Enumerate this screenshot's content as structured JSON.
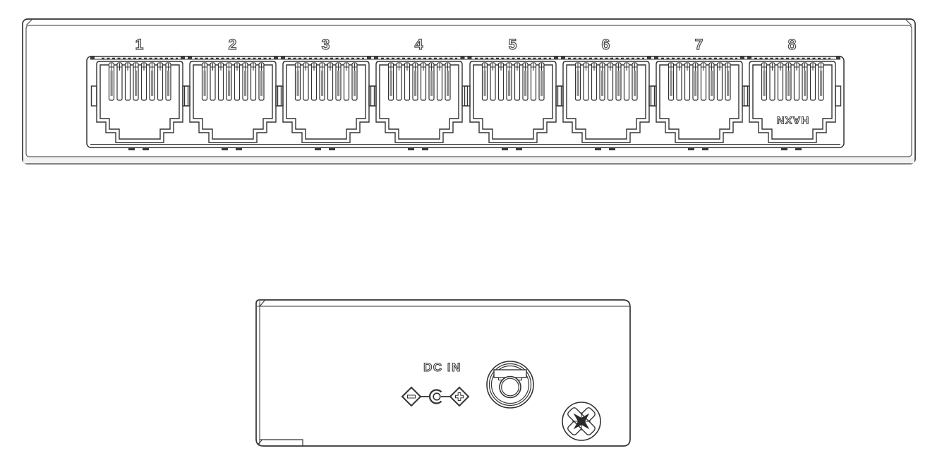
{
  "front_panel": {
    "ports": [
      {
        "label": "1"
      },
      {
        "label": "2"
      },
      {
        "label": "3"
      },
      {
        "label": "4"
      },
      {
        "label": "5"
      },
      {
        "label": "6"
      },
      {
        "label": "7"
      },
      {
        "label": "8",
        "marking": "HAXN"
      }
    ]
  },
  "rear_panel": {
    "dc_in_label": "DC IN",
    "icons": {
      "polarity_negative_icon": "−",
      "polarity_positive_icon": "+",
      "dc_barrel_jack_icon": "concentric-circles-center-pin",
      "phillips_screw_icon": "circle-with-cross-recess"
    }
  },
  "colors": {
    "line": "#333333",
    "background": "#ffffff",
    "pin_shade": "#8f8f8f",
    "tick": "#3a3a3a"
  }
}
